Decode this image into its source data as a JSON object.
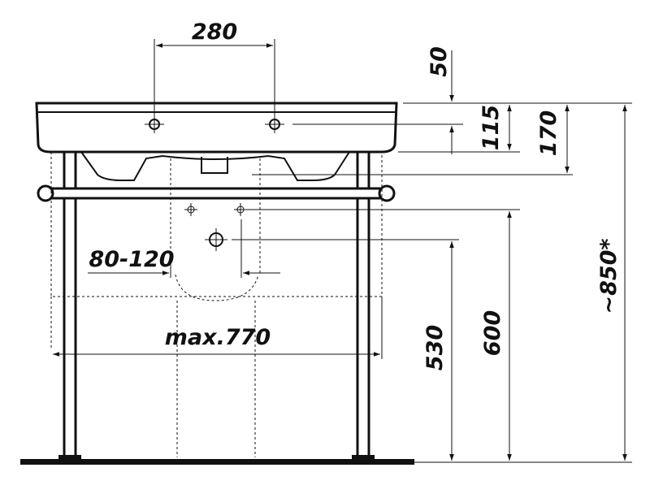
{
  "dimensions": {
    "tap_spacing": "280",
    "overflow_offset": "50",
    "tap_height": "115",
    "bowl_depth": "170",
    "total_height": "~850*",
    "waste_height_600": "600",
    "waste_height_530": "530",
    "waste_width_range": "80-120",
    "max_width": "max.770"
  },
  "colors": {
    "line": "#111111",
    "background": "#ffffff"
  }
}
